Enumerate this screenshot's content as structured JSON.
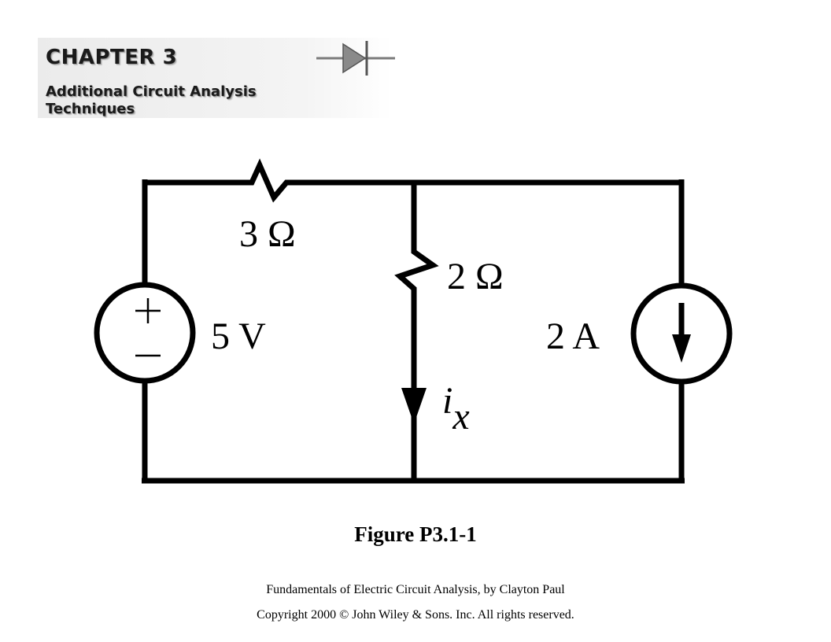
{
  "header": {
    "chapter_title": "CHAPTER 3",
    "chapter_subtitle": "Additional Circuit Analysis Techniques",
    "icon": "diode-icon"
  },
  "circuit": {
    "resistor_top_label": "3 Ω",
    "resistor_middle_label": "2 Ω",
    "voltage_source": {
      "label": "5 V",
      "plus_symbol": "+",
      "minus_symbol": "—"
    },
    "current_source": {
      "label": "2 A",
      "direction": "down"
    },
    "current_variable": {
      "symbol": "i",
      "subscript": "x"
    }
  },
  "figure_caption": "Figure P3.1-1",
  "footer": {
    "source": "Fundamentals of Electric Circuit Analysis, by Clayton Paul",
    "copyright": "Copyright 2000 © John Wiley & Sons. Inc. All rights reserved."
  }
}
